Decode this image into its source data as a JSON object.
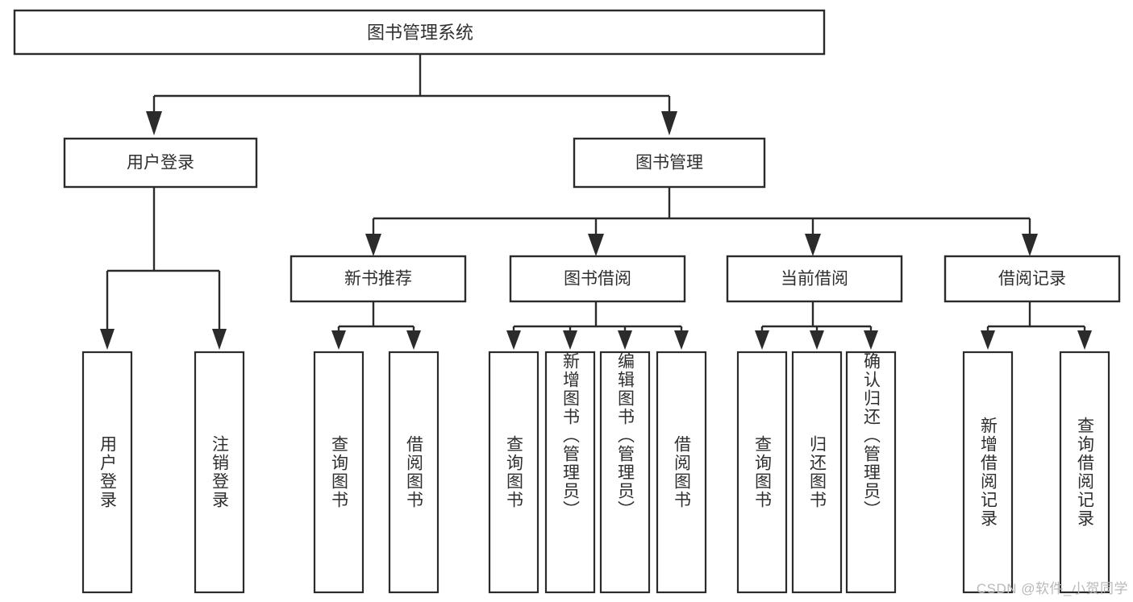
{
  "diagram": {
    "type": "tree-hierarchy",
    "title": "图书管理系统",
    "orientation": "top-down",
    "colors": {
      "box_stroke": "#2b2b2b",
      "box_fill": "#ffffff",
      "connector": "#2b2b2b",
      "text": "#2f2f2f",
      "background": "#ffffff",
      "watermark": "#b9b9b9"
    },
    "root": {
      "label": "图书管理系统"
    },
    "level2": [
      {
        "label": "用户登录"
      },
      {
        "label": "图书管理"
      }
    ],
    "level3": [
      {
        "label": "新书推荐"
      },
      {
        "label": "图书借阅"
      },
      {
        "label": "当前借阅"
      },
      {
        "label": "借阅记录"
      }
    ],
    "leaves": {
      "user_login": [
        {
          "label": "用户登录"
        },
        {
          "label": "注销登录"
        }
      ],
      "new_book_recommend": [
        {
          "label": "查询图书"
        },
        {
          "label": "借阅图书"
        }
      ],
      "book_borrow": [
        {
          "label": "查询图书"
        },
        {
          "label": "新增图书（管理员）"
        },
        {
          "label": "编辑图书（管理员）"
        },
        {
          "label": "借阅图书"
        }
      ],
      "current_borrow": [
        {
          "label": "查询图书"
        },
        {
          "label": "归还图书"
        },
        {
          "label": "确认归还（管理员）"
        }
      ],
      "borrow_record": [
        {
          "label": "新增借阅记录"
        },
        {
          "label": "查询借阅记录"
        }
      ]
    }
  },
  "watermark": {
    "text": "CSDN @软件_小贺同学"
  }
}
